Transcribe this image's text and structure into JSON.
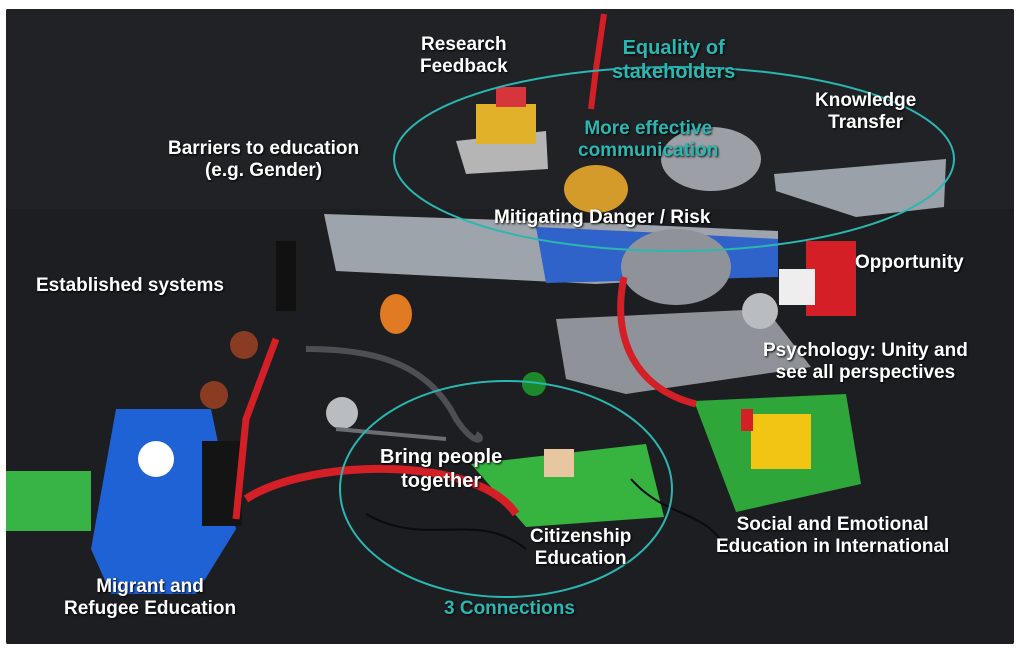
{
  "colors": {
    "background": "#1c1d21",
    "label_white": "#ffffff",
    "label_teal": "#2bb7b1",
    "ellipse_teal": "#2bb7b1"
  },
  "labels": {
    "research_feedback": "Research\nFeedback",
    "equality_of_stakeholders": "Equality of\nstakeholders",
    "knowledge_transfer": "Knowledge\nTransfer",
    "barriers_to_education": "Barriers to education\n(e.g. Gender)",
    "more_effective_communication": "More effective\ncommunication",
    "mitigating_danger": "Mitigating Danger / Risk",
    "established_systems": "Established systems",
    "opportunity": "Opportunity",
    "psychology": "Psychology: Unity and\nsee all perspectives",
    "bring_people_together": "Bring people\ntogether",
    "citizenship_education": "Citizenship\nEducation",
    "social_emotional": "Social and Emotional\nEducation in International",
    "migrant_refugee": "Migrant and\nRefugee Education",
    "three_connections": "3 Connections"
  }
}
